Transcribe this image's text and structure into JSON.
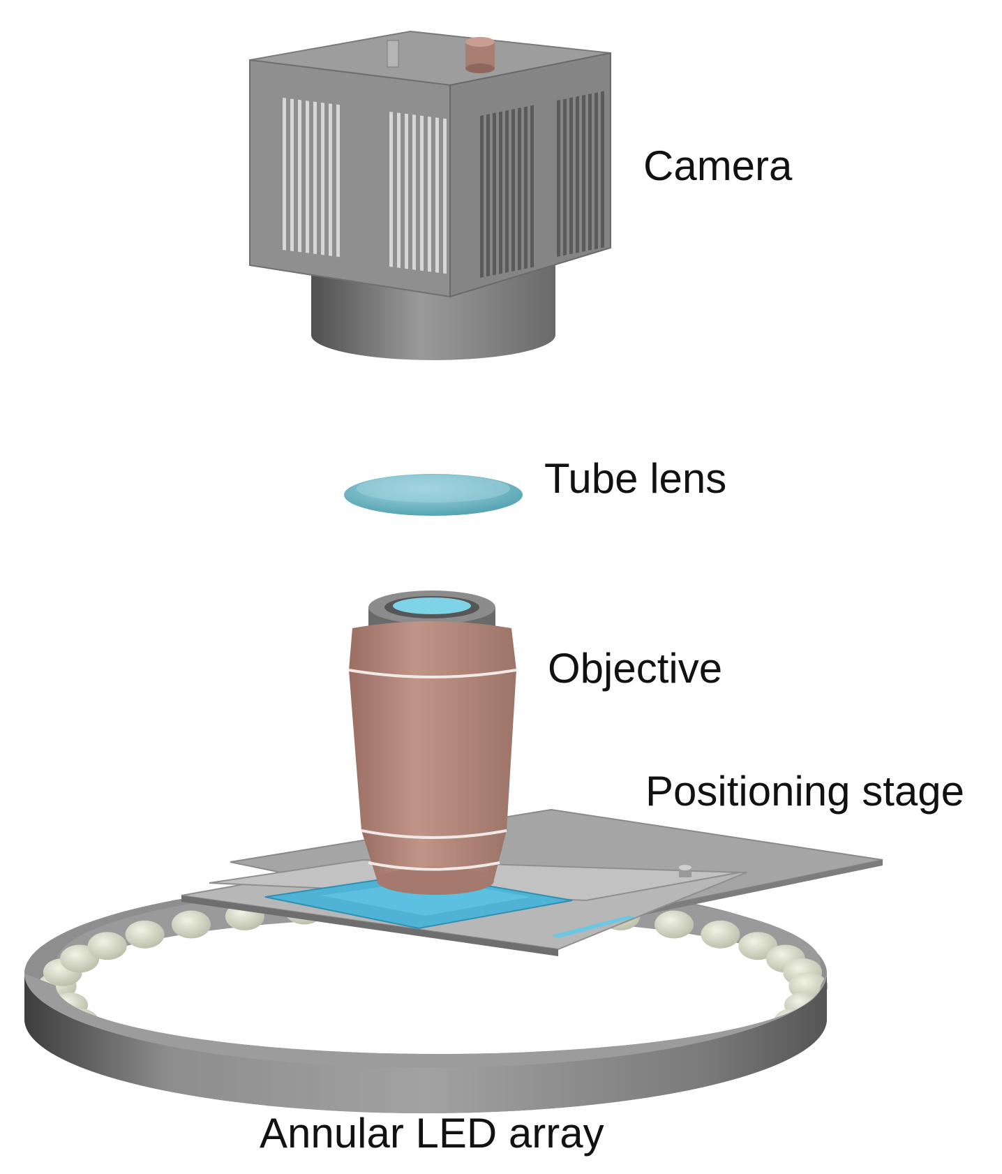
{
  "labels": {
    "camera": "Camera",
    "tube_lens": "Tube lens",
    "objective": "Objective",
    "positioning_stage": "Positioning stage",
    "annular_led_array": "Annular LED array"
  },
  "colors": {
    "camera_body": "#8a8a8a",
    "lens": "#7fc3cf",
    "objective": "#b3877b",
    "stage": "#a9a9a9",
    "sample": "#4fb3d6",
    "led": "#d8dcc8",
    "ring": "#7d7d7d"
  }
}
